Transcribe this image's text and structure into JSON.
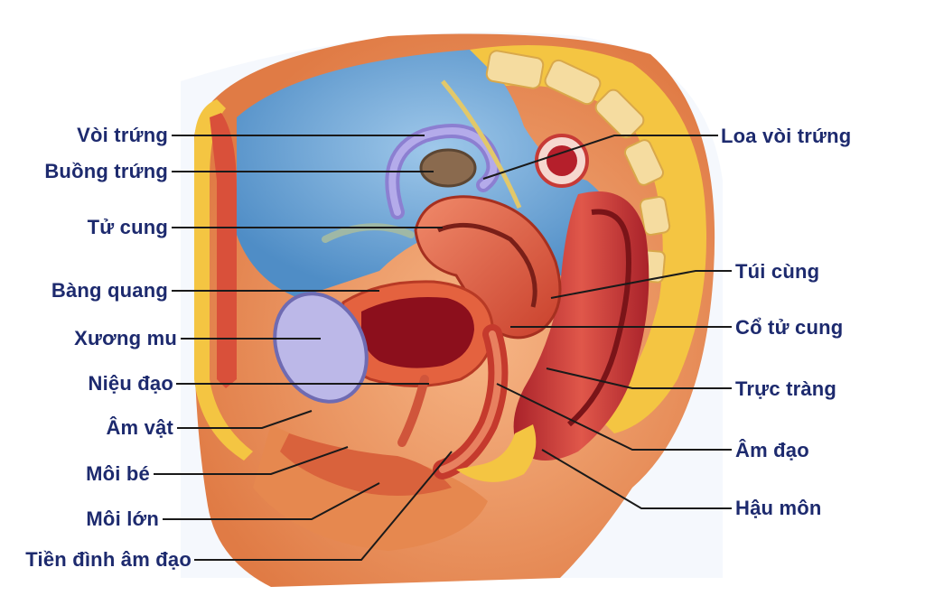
{
  "labels": {
    "left": {
      "voi_trung": "Vòi trứng",
      "buong_trung": "Buồng trứng",
      "tu_cung": "Tử cung",
      "bang_quang": "Bàng quang",
      "xuong_mu": "Xương mu",
      "nieu_dao": "Niệu đạo",
      "am_vat": "Âm vật",
      "moi_be": "Môi bé",
      "moi_lon": "Môi lớn",
      "tien_dinh_am_dao": "Tiền đình âm đạo"
    },
    "right": {
      "loa_voi_trung": "Loa vòi trứng",
      "tui_cung": "Túi cùng",
      "co_tu_cung": "Cổ tử cung",
      "truc_trang": "Trực tràng",
      "am_dao": "Âm đạo",
      "hau_mon": "Hậu môn"
    }
  },
  "colors": {
    "label_text": "#1d2a6e",
    "leader_line": "#1a1a1a",
    "skin": "#e9925a",
    "fat_yellow": "#f4c542",
    "cavity_blue": "#6fa8d8",
    "muscle_red": "#d8452e",
    "bladder_purple": "#b9b6e6"
  }
}
